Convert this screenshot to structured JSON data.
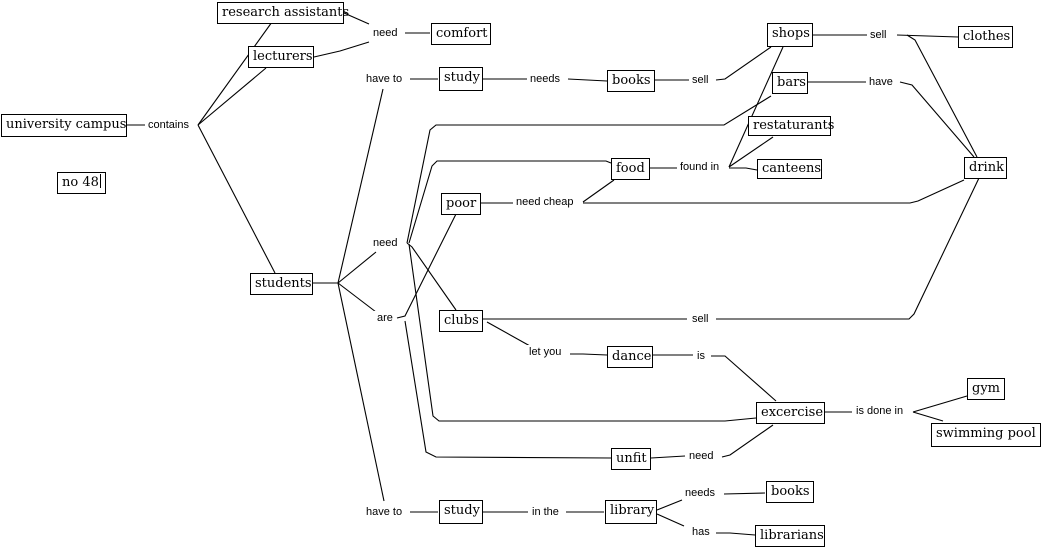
{
  "concepts": {
    "university_campus": "university campus",
    "no48": "no 48",
    "research_assistants": "research assistants",
    "lecturers": "lecturers",
    "comfort": "comfort",
    "students": "students",
    "study1": "study",
    "books1": "books",
    "shops": "shops",
    "clothes": "clothes",
    "bars": "bars",
    "restaurants": "restaturants",
    "canteens": "canteens",
    "food": "food",
    "drink": "drink",
    "poor": "poor",
    "clubs": "clubs",
    "dance": "dance",
    "excercise": "excercise",
    "gym": "gym",
    "swimming_pool": "swimming pool",
    "unfit": "unfit",
    "study2": "study",
    "library": "library",
    "books2": "books",
    "librarians": "librarians"
  },
  "links": {
    "contains": "contains",
    "need_comfort": "need",
    "have_to_1": "have to",
    "needs_books": "needs",
    "sell_books": "sell",
    "sell_clothes": "sell",
    "have": "have",
    "found_in": "found in",
    "need_cheap": "need cheap",
    "need_students": "need",
    "are": "are",
    "sell_clubs": "sell",
    "let_you": "let you",
    "is": "is",
    "is_done_in": "is done in",
    "need_unfit": "need",
    "have_to_2": "have to",
    "in_the": "in the",
    "needs_library": "needs",
    "has": "has"
  }
}
